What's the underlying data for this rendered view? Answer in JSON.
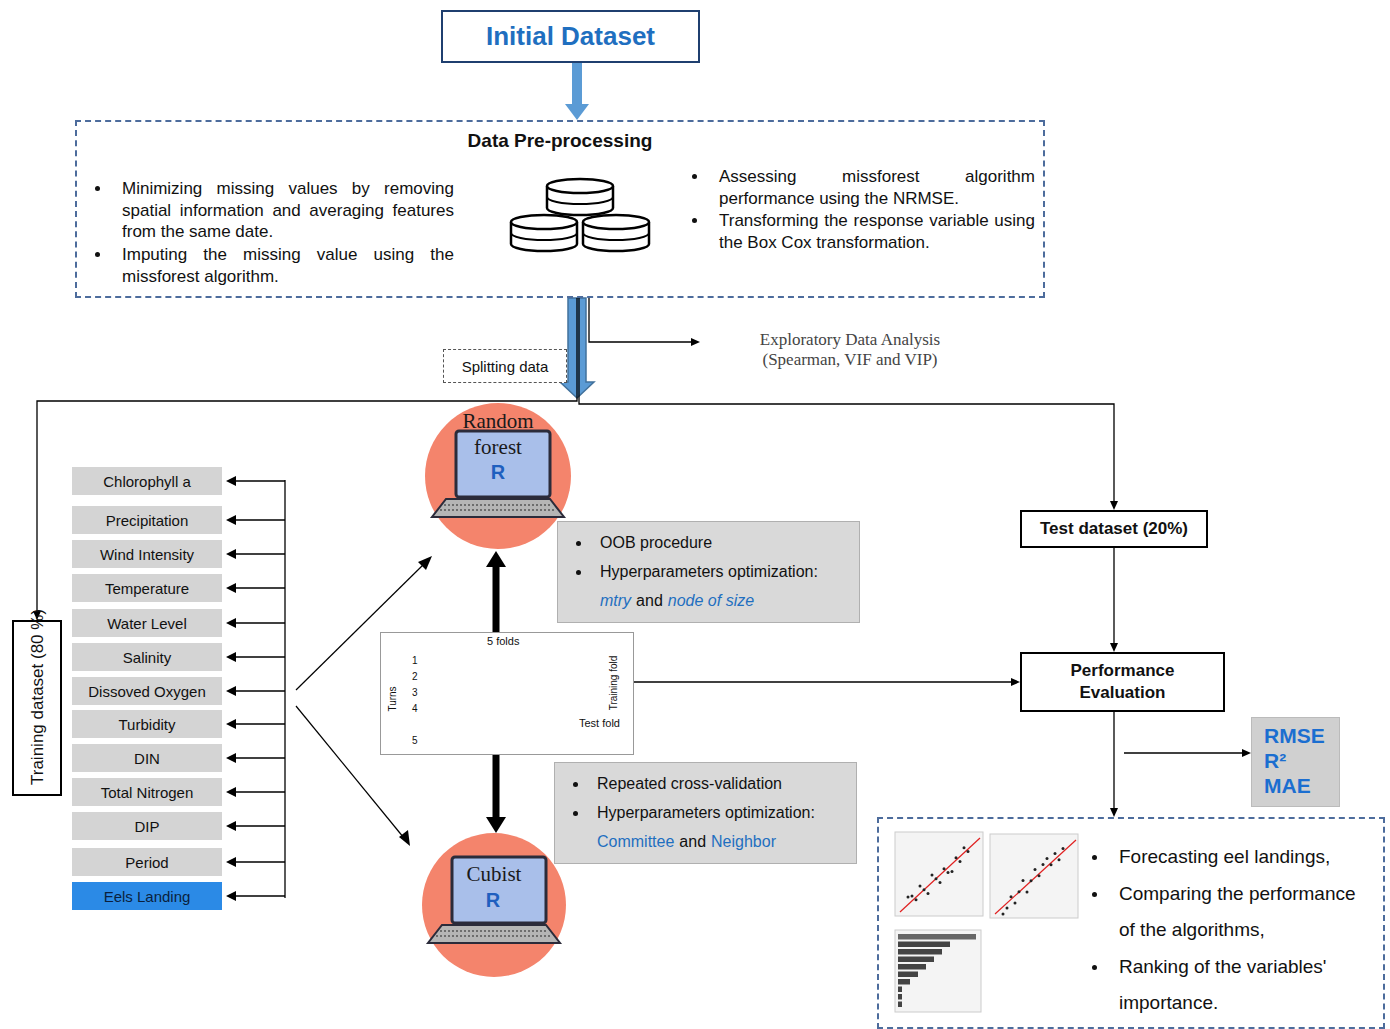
{
  "diagram": {
    "nodes": [
      {
        "text": [
          "Initial Dataset"
        ]
      },
      {
        "text": [
          "Data Pre-processing",
          "Minimizing missing values by removing spatial information and averaging features from the same date.",
          "Imputing the missing value using the missforest algorithm.",
          "Assessing missforest algorithm performance using the NRMSE.",
          "Transforming the response variable using the Box Cox transformation."
        ]
      },
      {
        "text": [
          "Splitting data"
        ]
      },
      {
        "text": [
          "Exploratory Data Analysis (Spearman, VIF and VIP)"
        ]
      },
      {
        "text": [
          "Training dataset (80 %)"
        ]
      },
      {
        "text": [
          "Chlorophyll a"
        ]
      },
      {
        "text": [
          "Precipitation"
        ]
      },
      {
        "text": [
          "Wind Intensity"
        ]
      },
      {
        "text": [
          "Temperature"
        ]
      },
      {
        "text": [
          "Water Level"
        ]
      },
      {
        "text": [
          "Salinity"
        ]
      },
      {
        "text": [
          "Dissoved Oxygen"
        ]
      },
      {
        "text": [
          "Turbidity"
        ]
      },
      {
        "text": [
          "DIN"
        ]
      },
      {
        "text": [
          "Total Nitrogen"
        ]
      },
      {
        "text": [
          "DIP"
        ]
      },
      {
        "text": [
          "Period"
        ]
      },
      {
        "text": [
          "Eels Landing"
        ]
      },
      {
        "text": [
          "Random forest",
          "R"
        ]
      },
      {
        "text": [
          "OOB procedure",
          "Hyperparameters optimization:",
          "mtry",
          "and",
          "node of size"
        ]
      },
      {
        "text": [
          "5 folds",
          "1",
          "2",
          "3",
          "4",
          "5",
          "Turns",
          "Training fold",
          "Test fold"
        ]
      },
      {
        "text": [
          "Repeated cross-validation",
          "Hyperparameters optimization:",
          "Committee",
          "and",
          "Neighbor"
        ]
      },
      {
        "text": [
          "Cubist",
          "R"
        ]
      },
      {
        "text": [
          "Test dataset (20%)"
        ]
      },
      {
        "text": [
          "Performance Evaluation"
        ]
      },
      {
        "text": [
          "RMSE",
          "R²",
          "MAE"
        ]
      },
      {
        "text": [
          "Forecasting eel landings,",
          "Comparing the performance of the algorithms,",
          "Ranking of the variables' importance."
        ]
      }
    ],
    "edges": [
      {
        "from": 0,
        "to": 1,
        "arrow": "to"
      },
      {
        "from": 1,
        "to": 4,
        "arrow": "to"
      },
      {
        "from": 1,
        "to": 23,
        "arrow": "to"
      },
      {
        "from": 1,
        "to": 3,
        "arrow": "to"
      },
      {
        "from": 20,
        "to": 18,
        "arrow": "to"
      },
      {
        "from": 20,
        "to": 22,
        "arrow": "to"
      },
      {
        "from": 20,
        "to": 24,
        "arrow": "to"
      },
      {
        "from": 23,
        "to": 24,
        "arrow": "to"
      },
      {
        "from": 24,
        "to": 25,
        "arrow": "to"
      },
      {
        "from": 24,
        "to": 26,
        "arrow": "to"
      }
    ]
  }
}
